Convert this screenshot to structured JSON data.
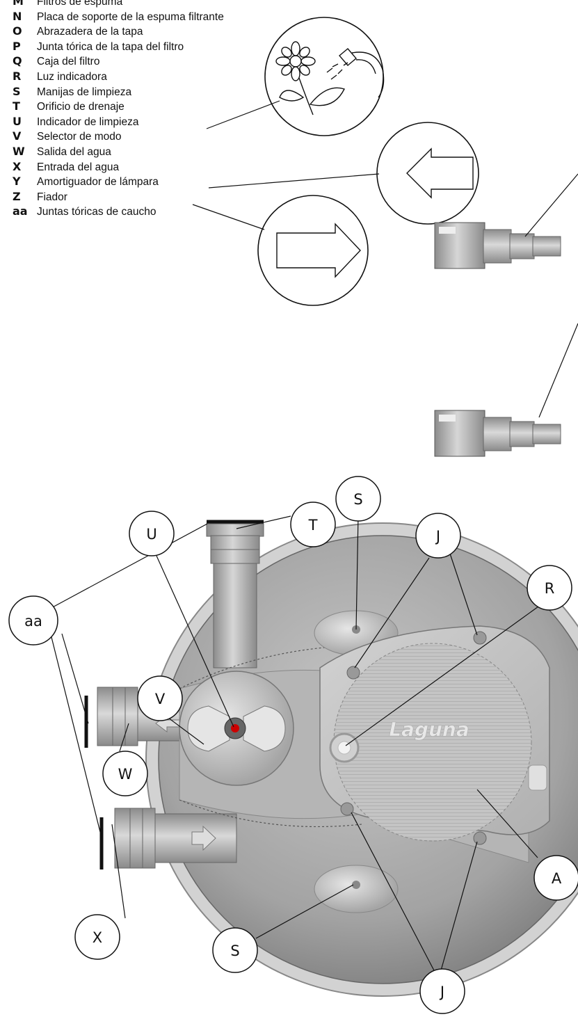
{
  "legend": [
    {
      "key": "M",
      "desc": "Filtros de espuma"
    },
    {
      "key": "N",
      "desc": "Placa de soporte de la espuma filtrante"
    },
    {
      "key": "O",
      "desc": "Abrazadera de la tapa"
    },
    {
      "key": "P",
      "desc": "Junta tórica de la tapa del filtro"
    },
    {
      "key": "Q",
      "desc": "Caja del filtro"
    },
    {
      "key": "R",
      "desc": "Luz indicadora"
    },
    {
      "key": "S",
      "desc": "Manijas de limpieza"
    },
    {
      "key": "T",
      "desc": "Orificio de drenaje"
    },
    {
      "key": "U",
      "desc": "Indicador de limpieza"
    },
    {
      "key": "V",
      "desc": "Selector de modo"
    },
    {
      "key": "W",
      "desc": "Salida del agua"
    },
    {
      "key": "X",
      "desc": "Entrada del agua"
    },
    {
      "key": "Y",
      "desc": "Amortiguador de lámpara"
    },
    {
      "key": "Z",
      "desc": "Fiador"
    },
    {
      "key": "aa",
      "desc": "Juntas tóricas de caucho"
    }
  ],
  "callouts": {
    "s_top": "S",
    "t": "T",
    "j_top": "J",
    "r": "R",
    "u": "U",
    "aa": "aa",
    "v": "V",
    "w": "W",
    "x": "X",
    "s_bottom": "S",
    "j_bottom": "J",
    "a": "A"
  },
  "brand_logo": "Laguna",
  "colors": {
    "housing": "#a9a9a9",
    "lid": "#c9c9c9",
    "ink": "#111111"
  },
  "icons": [
    "flower-hose-icon",
    "arrow-left-icon",
    "arrow-right-icon",
    "hose-connector-icon"
  ]
}
